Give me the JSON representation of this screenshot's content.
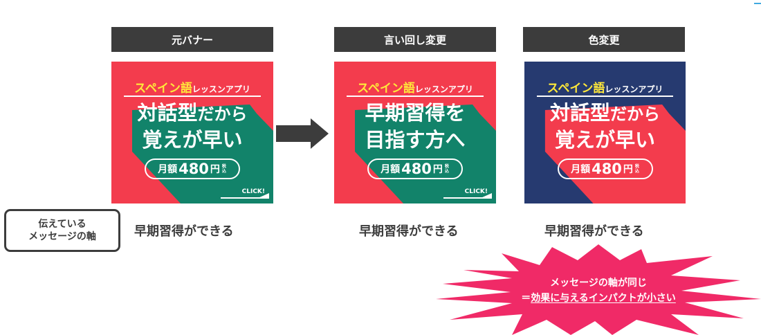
{
  "columns": [
    {
      "header": "元バナー",
      "banner": {
        "brand_main": "スペイン語",
        "brand_sub": "レッスンアプリ",
        "headline_line1_big": "対話型",
        "headline_line1_small": "だから",
        "headline_line2_big": "覚えが早い",
        "price_label": "月額",
        "price_value": "480",
        "price_unit": "円",
        "price_tax_1": "税",
        "price_tax_2": "込",
        "cta": "CLICK!",
        "bg_color": "#f33c4d",
        "shadow_color": "#12836a"
      },
      "message": "早期習得ができる"
    },
    {
      "header": "言い回し変更",
      "banner": {
        "brand_main": "スペイン語",
        "brand_sub": "レッスンアプリ",
        "headline_line1_big": "早期習得を",
        "headline_line1_small": "",
        "headline_line2_big": "目指す方へ",
        "price_label": "月額",
        "price_value": "480",
        "price_unit": "円",
        "price_tax_1": "税",
        "price_tax_2": "込",
        "cta": "CLICK!",
        "bg_color": "#f33c4d",
        "shadow_color": "#12836a"
      },
      "message": "早期習得ができる"
    },
    {
      "header": "色変更",
      "banner": {
        "brand_main": "スペイン語",
        "brand_sub": "レッスンアプリ",
        "headline_line1_big": "対話型",
        "headline_line1_small": "だから",
        "headline_line2_big": "覚えが早い",
        "price_label": "月額",
        "price_value": "480",
        "price_unit": "円",
        "price_tax_1": "税",
        "price_tax_2": "込",
        "bg_color": "#263a70",
        "shadow_color": "#f33c4d"
      },
      "message": "早期習得ができる"
    }
  ],
  "axis_label": {
    "line1": "伝えている",
    "line2": "メッセージの軸"
  },
  "callout": {
    "line1": "メッセージの軸が同じ",
    "prefix": "＝",
    "line2": "効果に与えるインパクトが小さい",
    "color": "#f02a67"
  },
  "arrow": {
    "direction": "right",
    "color": "#3c3c3c"
  }
}
